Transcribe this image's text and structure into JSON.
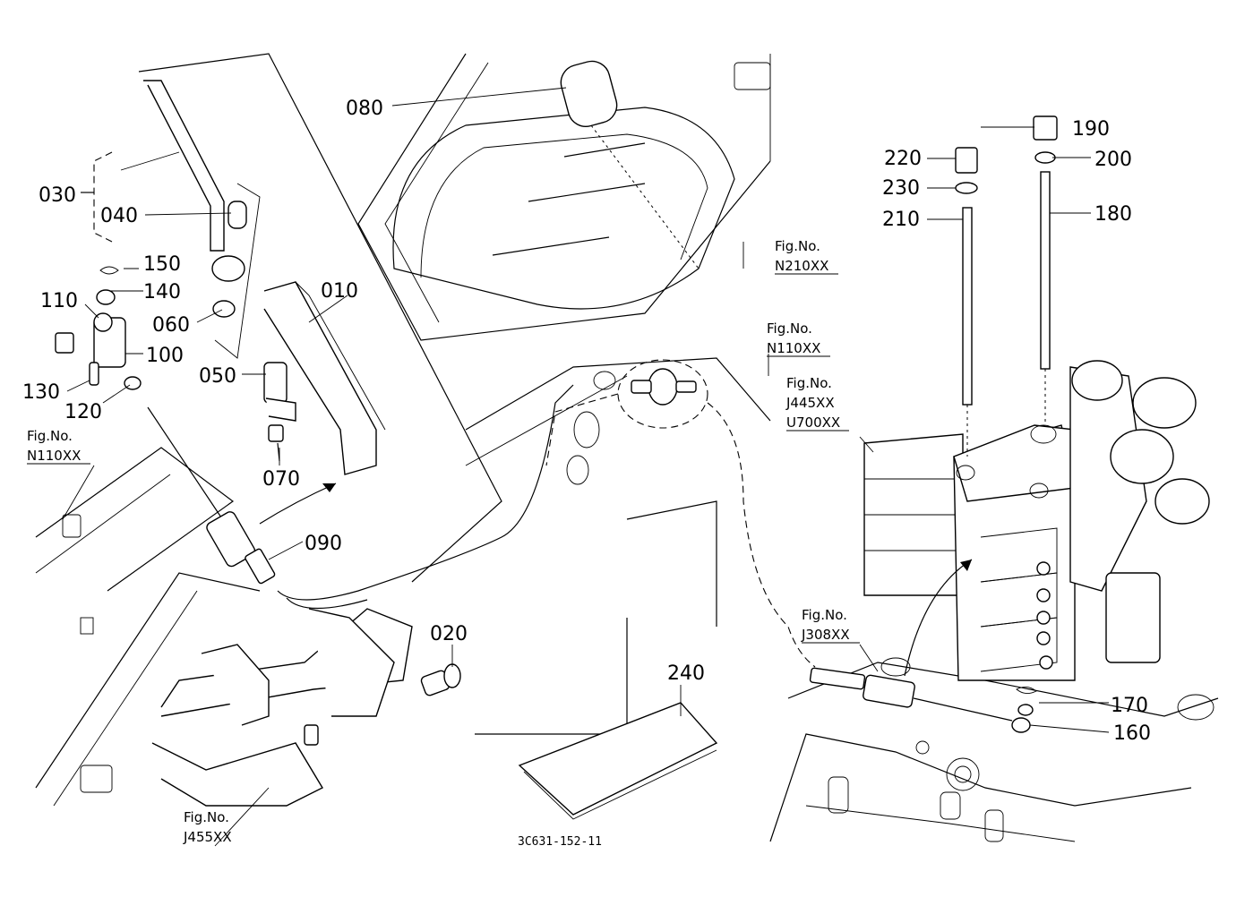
{
  "callouts": [
    {
      "id": "p010",
      "text": "010"
    },
    {
      "id": "p020",
      "text": "020"
    },
    {
      "id": "p030",
      "text": "030"
    },
    {
      "id": "p040",
      "text": "040"
    },
    {
      "id": "p050",
      "text": "050"
    },
    {
      "id": "p060",
      "text": "060"
    },
    {
      "id": "p070",
      "text": "070"
    },
    {
      "id": "p080",
      "text": "080"
    },
    {
      "id": "p090",
      "text": "090"
    },
    {
      "id": "p100",
      "text": "100"
    },
    {
      "id": "p110",
      "text": "110"
    },
    {
      "id": "p120",
      "text": "120"
    },
    {
      "id": "p130",
      "text": "130"
    },
    {
      "id": "p140",
      "text": "140"
    },
    {
      "id": "p150",
      "text": "150"
    },
    {
      "id": "p160",
      "text": "160"
    },
    {
      "id": "p170",
      "text": "170"
    },
    {
      "id": "p180",
      "text": "180"
    },
    {
      "id": "p190",
      "text": "190"
    },
    {
      "id": "p200",
      "text": "200"
    },
    {
      "id": "p210",
      "text": "210"
    },
    {
      "id": "p220",
      "text": "220"
    },
    {
      "id": "p230",
      "text": "230"
    },
    {
      "id": "p240",
      "text": "240"
    }
  ],
  "fig_refs": {
    "label": "Fig.No.",
    "n210": "N210XX",
    "n110_top": "N110XX",
    "n110_left": "N110XX",
    "j445": "J445XX",
    "u700": "U700XX",
    "j308": "J308XX",
    "j455": "J455XX"
  },
  "drawing_code": "3C631-152-11"
}
